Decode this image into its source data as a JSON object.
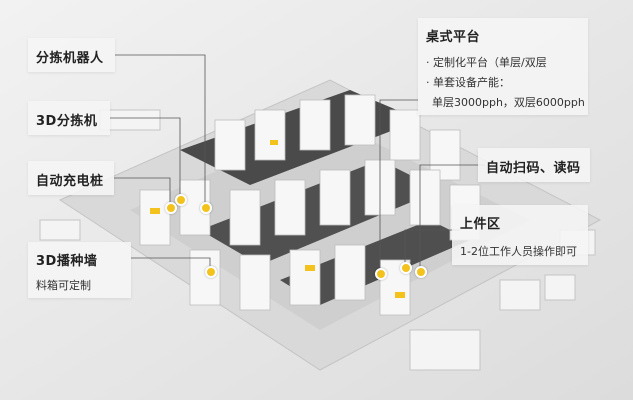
{
  "labels": {
    "sorting_robot": "分拣机器人",
    "sorter_3d": "3D分拣机",
    "auto_charging": "自动充电桩",
    "seeding_wall": {
      "title": "3D播种墙",
      "desc": "料箱可定制"
    },
    "desktop_platform": {
      "title": "桌式平台",
      "items": [
        "· 定制化平台（单层/双层",
        "· 单套设备产能：",
        "单层3000pph，双层6000pph"
      ]
    },
    "auto_scan": "自动扫码、读码",
    "loading_area": {
      "title": "上件区",
      "desc": "1-2位工作人员操作即可"
    }
  },
  "colors": {
    "accent": "#f4c21c",
    "background": "#e9e9e9",
    "card": "#f5f5f5"
  }
}
